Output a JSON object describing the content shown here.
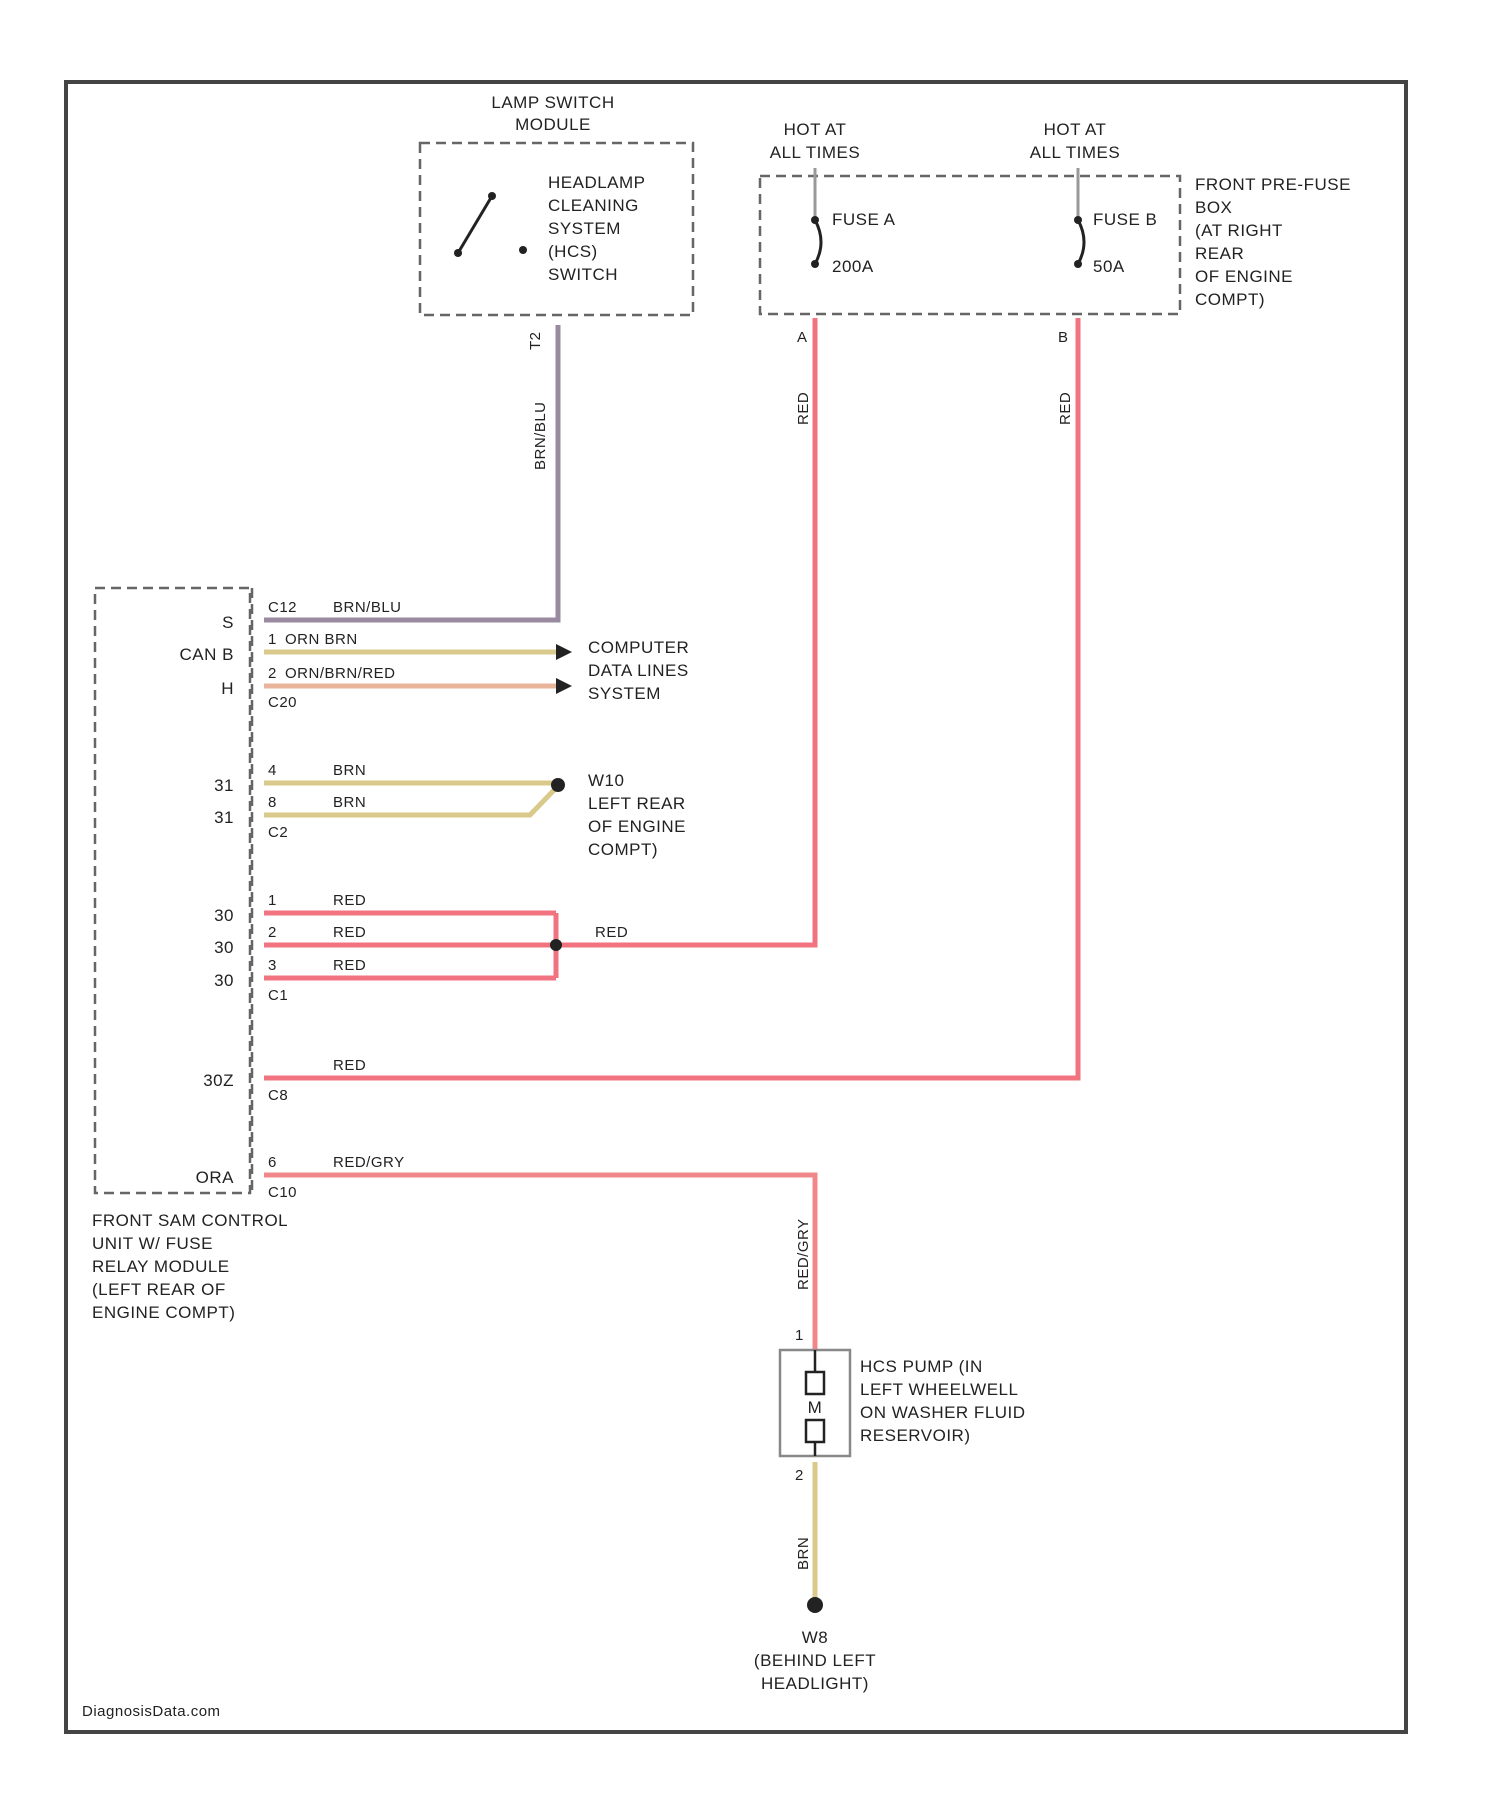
{
  "colors": {
    "frame": "#444444",
    "red_wire": "#f0737f",
    "brn_wire": "#d9c98a",
    "orn_brn_red": "#e8b59a",
    "brn_blu": "#9a8aa0",
    "red_gry": "#f0888a"
  },
  "lamp_switch": {
    "title_1": "LAMP SWITCH",
    "title_2": "MODULE",
    "switch_lines": [
      "HEADLAMP",
      "CLEANING",
      "SYSTEM",
      "(HCS)",
      "SWITCH"
    ],
    "pin": "T2",
    "wire": "BRN/BLU"
  },
  "fuse_box": {
    "hot_1": [
      "HOT AT",
      "ALL TIMES"
    ],
    "hot_2": [
      "HOT AT",
      "ALL TIMES"
    ],
    "fuse_a": "FUSE A",
    "fuse_a_amp": "200A",
    "fuse_b": "FUSE B",
    "fuse_b_amp": "50A",
    "label_lines": [
      "FRONT PRE-FUSE",
      "BOX",
      "(AT RIGHT",
      "REAR",
      "OF ENGINE",
      "COMPT)"
    ],
    "pin_a": "A",
    "pin_b": "B",
    "wire_a": "RED",
    "wire_b": "RED"
  },
  "sam": {
    "label_lines": [
      "FRONT SAM CONTROL",
      "UNIT W/ FUSE",
      "RELAY MODULE",
      "(LEFT REAR OF",
      "ENGINE COMPT)"
    ],
    "rows": [
      {
        "name": "S",
        "pin": "C12",
        "wire": "BRN/BLU",
        "connector": ""
      },
      {
        "name": "CAN B",
        "pin": "1",
        "wire": "ORN BRN",
        "connector": ""
      },
      {
        "name": "H",
        "pin": "2",
        "wire": "ORN/BRN/RED",
        "connector": "C20"
      },
      {
        "name": "31",
        "pin": "4",
        "wire": "BRN",
        "connector": ""
      },
      {
        "name": "31",
        "pin": "8",
        "wire": "BRN",
        "connector": "C2"
      },
      {
        "name": "30",
        "pin": "1",
        "wire": "RED",
        "connector": ""
      },
      {
        "name": "30",
        "pin": "2",
        "wire": "RED",
        "connector": ""
      },
      {
        "name": "30",
        "pin": "3",
        "wire": "RED",
        "connector": "C1"
      },
      {
        "name": "30Z",
        "pin": "",
        "wire": "RED",
        "connector": "C8"
      },
      {
        "name": "ORA",
        "pin": "6",
        "wire": "RED/GRY",
        "connector": "C10"
      }
    ],
    "splice_wire": "RED"
  },
  "computer_data": [
    "COMPUTER",
    "DATA LINES",
    "SYSTEM"
  ],
  "ground_w10": [
    "W10",
    "LEFT REAR",
    "OF ENGINE",
    "COMPT)"
  ],
  "pump": {
    "label_lines": [
      "HCS PUMP (IN",
      "LEFT WHEELWELL",
      "ON WASHER FLUID",
      "RESERVOIR)"
    ],
    "motor": "M",
    "wire_top": "RED/GRY",
    "wire_bottom": "BRN",
    "pin_top": "1",
    "pin_bottom": "2"
  },
  "ground_w8": [
    "W8",
    "(BEHIND LEFT",
    "HEADLIGHT)"
  ],
  "footer": "DiagnosisData.com"
}
